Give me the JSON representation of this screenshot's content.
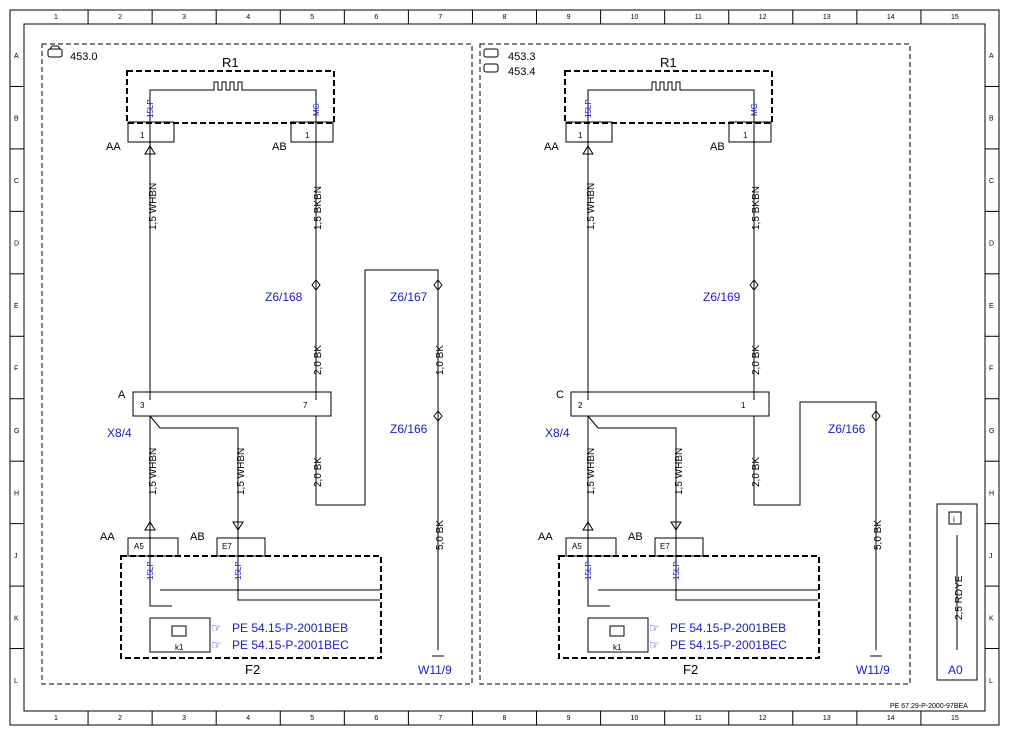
{
  "grid": {
    "columns": [
      "1",
      "2",
      "3",
      "4",
      "5",
      "6",
      "7",
      "8",
      "9",
      "10",
      "11",
      "12",
      "13",
      "14",
      "15"
    ],
    "rows": [
      "A",
      "B",
      "C",
      "D",
      "E",
      "F",
      "G",
      "H",
      "J",
      "K",
      "L"
    ]
  },
  "left": {
    "variant": "453.0",
    "component": "R1",
    "pin_left_signal": "15LP",
    "pin_right_signal": "MG",
    "pin_left_num": "1",
    "pin_right_num": "1",
    "conn_aa": "AA",
    "conn_ab": "AB",
    "wire_1": "1,5 WHBN",
    "wire_2": "1,5 BKBN",
    "node_168": "Z6/168",
    "node_167": "Z6/167",
    "wire_3": "2,0 BK",
    "wire_4": "1,0 BK",
    "connector": "A",
    "pin_3": "3",
    "pin_7": "7",
    "x8": "X8/4",
    "node_166": "Z6/166",
    "wire_5": "1,5 WHBN",
    "wire_6": "1,5 WHBN",
    "wire_7": "2,0 BK",
    "wire_8": "5,0 BK",
    "conn_aa2": "AA",
    "conn_ab2": "AB",
    "pin_a5": "A5",
    "pin_e7": "E7",
    "sig_a": "15LP",
    "sig_b": "15LP",
    "relay": "k1",
    "ref_1": "PE 54.15-P-2001BEB",
    "ref_2": "PE 54.15-P-2001BEC",
    "fuse": "F2",
    "ground": "W11/9"
  },
  "right": {
    "variant_1": "453.3",
    "variant_2": "453.4",
    "component": "R1",
    "pin_left_signal": "15LP",
    "pin_right_signal": "MG",
    "pin_left_num": "1",
    "pin_right_num": "1",
    "conn_aa": "AA",
    "conn_ab": "AB",
    "wire_1": "1,5 WHBN",
    "wire_2": "1,5 BKBN",
    "node_169": "Z6/169",
    "wire_3": "2,0 BK",
    "connector": "C",
    "pin_2": "2",
    "pin_1": "1",
    "x8": "X8/4",
    "node_166": "Z6/166",
    "wire_5": "1,5 WHBN",
    "wire_6": "1,5 WHBN",
    "wire_7": "2,0 BK",
    "wire_8": "5,0 BK",
    "conn_aa2": "AA",
    "conn_ab2": "AB",
    "pin_a5": "A5",
    "pin_e7": "E7",
    "sig_a": "15LP",
    "sig_b": "15LP",
    "relay": "k1",
    "ref_1": "PE 54.15-P-2001BEB",
    "ref_2": "PE 54.15-P-2001BEC",
    "fuse": "F2",
    "ground": "W11/9"
  },
  "legend": {
    "info_icon": "info-icon",
    "wire": "2,5 RDYE",
    "ground": "A0"
  },
  "footer": {
    "doc_id": "PE 67.29-P-2000-97BEA"
  },
  "colors": {
    "signal_blue": "#1a1acc",
    "line": "#000000"
  }
}
